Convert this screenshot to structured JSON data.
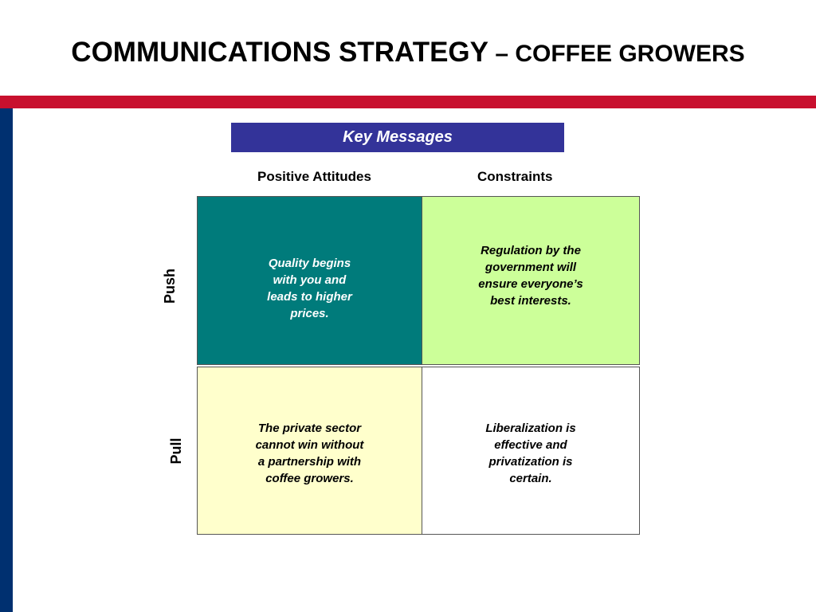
{
  "title": {
    "main": "COMMUNICATIONS STRATEGY",
    "sub": " – COFFEE GROWERS"
  },
  "header_box": "Key Messages",
  "columns": [
    "Positive Attitudes",
    "Constraints"
  ],
  "rows": [
    "Push",
    "Pull"
  ],
  "cells": {
    "push_positive": "Quality begins with you and leads to higher prices.",
    "push_constraints": "Regulation by the government will ensure everyone’s best interests.",
    "pull_positive": "The private sector cannot win without a partnership with coffee growers.",
    "pull_constraints": "Liberalization is effective and privatization is certain."
  },
  "colors": {
    "red_band": "#c8102e",
    "left_bar": "#003070",
    "key_messages_bg": "#333399",
    "push_positive_bg": "#007b7b",
    "push_constraints_bg": "#ccff99",
    "pull_positive_bg": "#ffffcc",
    "pull_constraints_bg": "#ffffff"
  }
}
